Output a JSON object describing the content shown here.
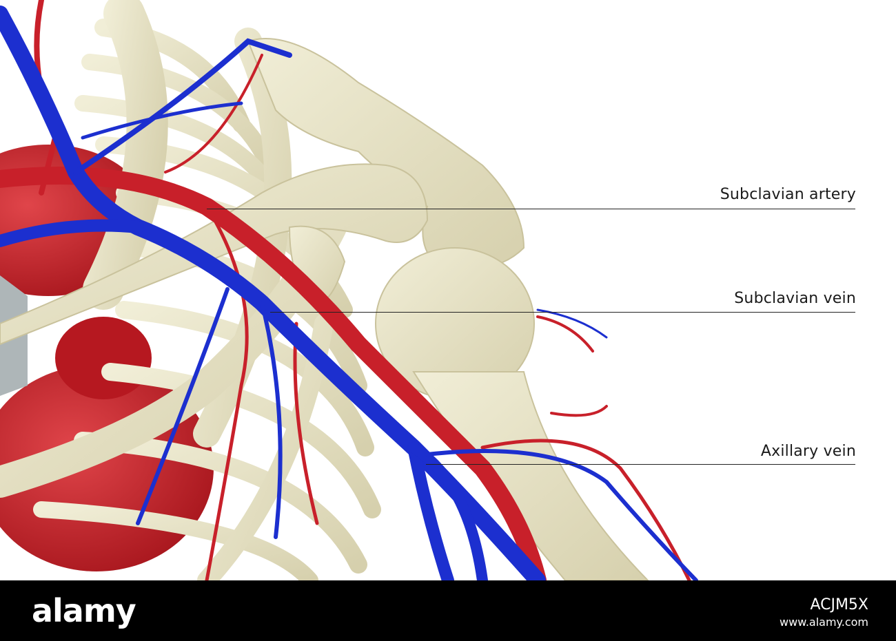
{
  "labels": [
    {
      "text": "Subclavian artery"
    },
    {
      "text": "Subclavian vein"
    },
    {
      "text": "Axillary vein"
    }
  ],
  "footer": {
    "logo": "alamy",
    "image_id": "ACJM5X",
    "brand_url": "www.alamy.com"
  },
  "colors": {
    "artery": "#c8202a",
    "vein": "#1c2fcf",
    "bone": "#e8e4c6",
    "heart": "#b81c24",
    "footer_bg": "#000000"
  }
}
